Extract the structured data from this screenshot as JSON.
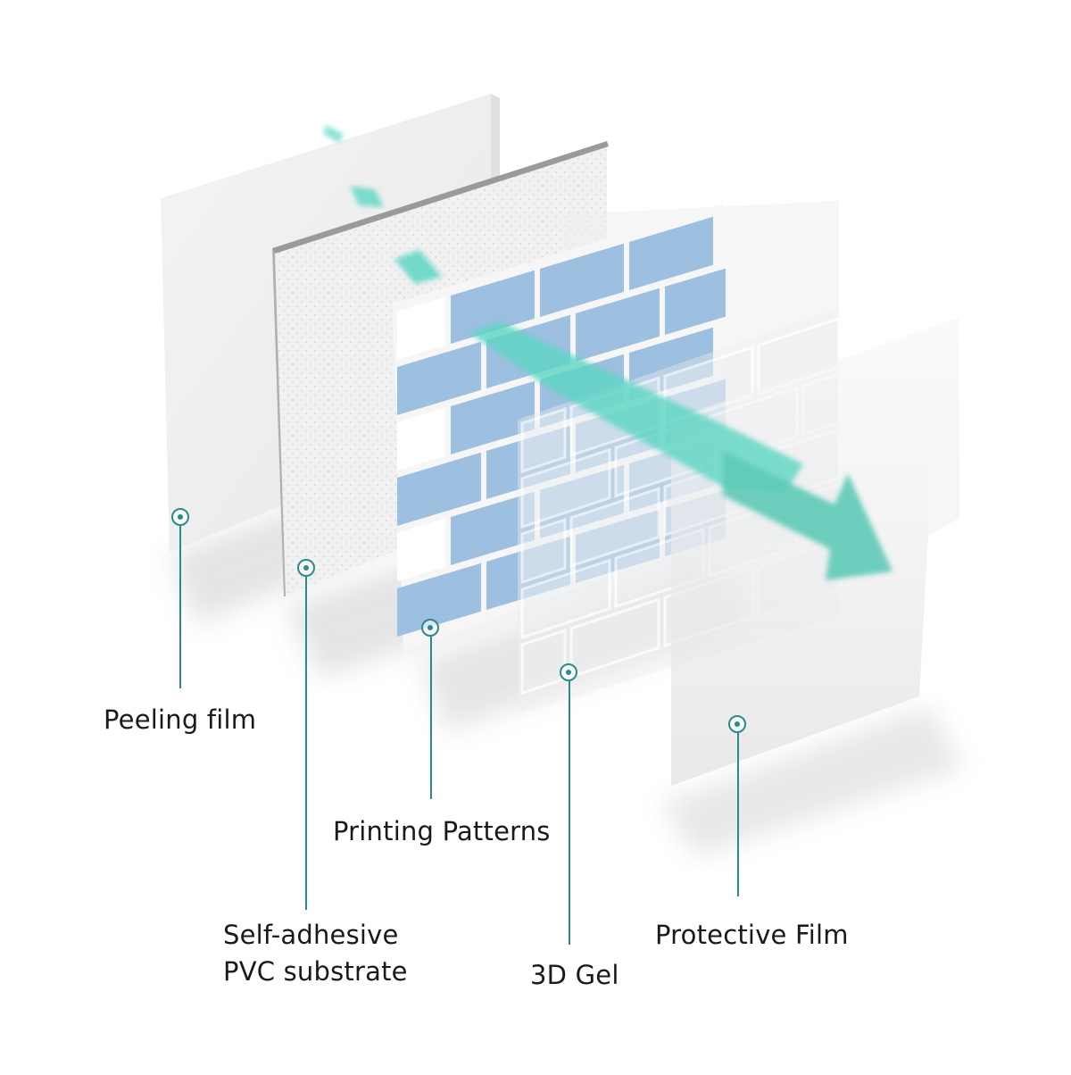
{
  "diagram": {
    "title": "",
    "accent_color": "#2a8a8c",
    "arrow_color": "#5ed6c4",
    "tile_color": "#9dbfe0",
    "layers": [
      {
        "id": "peeling-film",
        "label_lines": [
          "Peeling film"
        ]
      },
      {
        "id": "pvc-substrate",
        "label_lines": [
          "Self-adhesive",
          "PVC substrate"
        ]
      },
      {
        "id": "printing-patterns",
        "label_lines": [
          "Printing Patterns"
        ]
      },
      {
        "id": "3d-gel",
        "label_lines": [
          "3D Gel"
        ]
      },
      {
        "id": "protective-film",
        "label_lines": [
          "Protective Film"
        ]
      }
    ]
  }
}
